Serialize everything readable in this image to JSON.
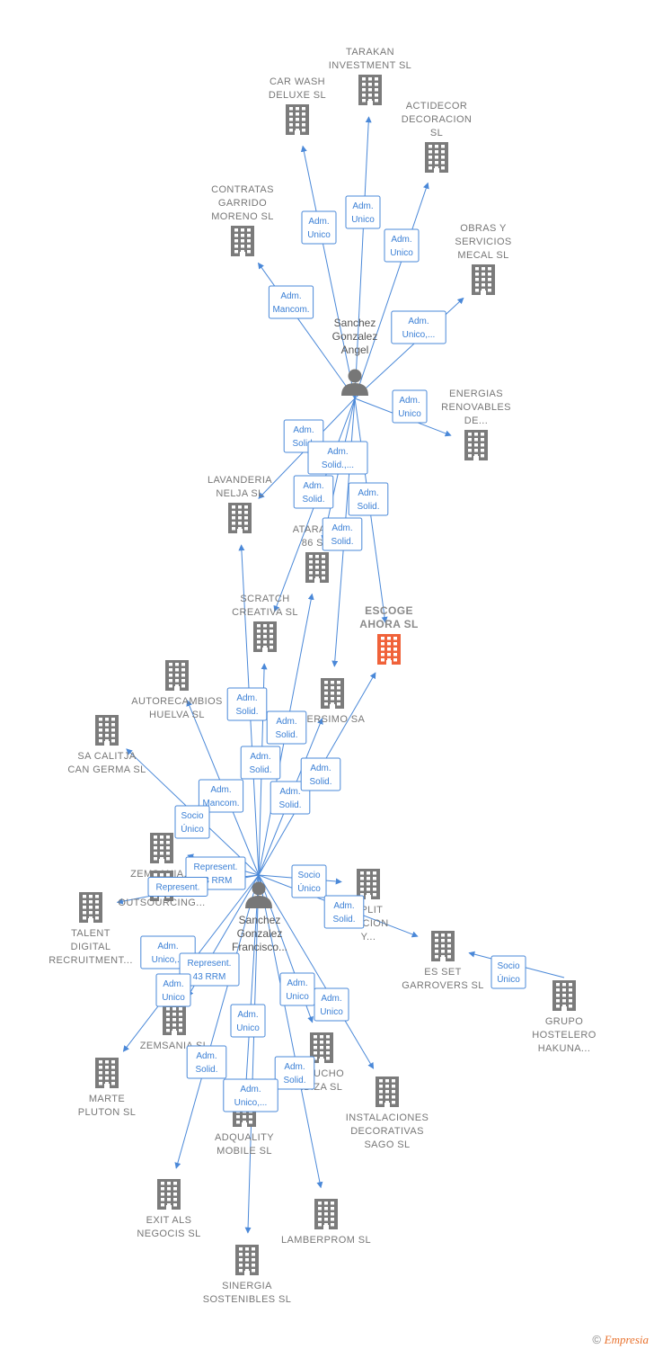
{
  "colors": {
    "edge": "#4a88d8",
    "building": "#7b7b7b",
    "focus": "#f0623a",
    "person": "#777777"
  },
  "persons": [
    {
      "id": "angel",
      "lines": [
        "Sanchez",
        "Gonzalez",
        "Angel"
      ]
    },
    {
      "id": "francisco",
      "lines": [
        "Sanchez",
        "Gonzalez",
        "Francisco..."
      ]
    }
  ],
  "companies": [
    {
      "id": "tarakan",
      "lines": [
        "TARAKAN",
        "INVESTMENT SL"
      ]
    },
    {
      "id": "carwash",
      "lines": [
        "CAR WASH",
        "DELUXE SL"
      ]
    },
    {
      "id": "actidecor",
      "lines": [
        "ACTIDECOR",
        "DECORACION",
        "SL"
      ]
    },
    {
      "id": "contratas",
      "lines": [
        "CONTRATAS",
        "GARRIDO",
        "MORENO SL"
      ]
    },
    {
      "id": "obras",
      "lines": [
        "OBRAS Y",
        "SERVICIOS",
        "MECAL SL"
      ]
    },
    {
      "id": "energias",
      "lines": [
        "ENERGIAS",
        "RENOVABLES",
        "DE..."
      ]
    },
    {
      "id": "lavanderia",
      "lines": [
        "LAVANDERIA",
        "NELJA SL"
      ]
    },
    {
      "id": "atarazana",
      "lines": [
        "ATARAZ...",
        "86 S..."
      ]
    },
    {
      "id": "scratch",
      "lines": [
        "SCRATCH",
        "CREATIVA SL"
      ]
    },
    {
      "id": "escoge",
      "lines": [
        "ESCOGE",
        "AHORA  SL"
      ],
      "focus": true
    },
    {
      "id": "autorecambios",
      "lines": [
        "AUTORECAMBIOS",
        "HUELVA SL"
      ]
    },
    {
      "id": "versimo",
      "lines": [
        "VERSIMO SA"
      ]
    },
    {
      "id": "calitja",
      "lines": [
        "SA CALITJA",
        "CAN GERMA SL"
      ]
    },
    {
      "id": "zemsania1",
      "lines": [
        "ZEMSANIA..."
      ]
    },
    {
      "id": "outsourcing",
      "lines": [
        "OUTSOURCING..."
      ]
    },
    {
      "id": "talent",
      "lines": [
        "TALENT",
        "DIGITAL",
        "RECRUITMENT..."
      ]
    },
    {
      "id": "split",
      "lines": [
        "SPLIT",
        "BUCION",
        "Y..."
      ]
    },
    {
      "id": "esset",
      "lines": [
        "ES SET",
        "GARROVERS SL"
      ]
    },
    {
      "id": "grupo",
      "lines": [
        "GRUPO",
        "HOSTELERO",
        "HAKUNA..."
      ]
    },
    {
      "id": "zemsania2",
      "lines": [
        "ZEMSANIA SL"
      ]
    },
    {
      "id": "marte",
      "lines": [
        "MARTE",
        "PLUTON SL"
      ]
    },
    {
      "id": "caucho",
      "lines": [
        "CAUCHO",
        "IBIZA SL"
      ]
    },
    {
      "id": "instalaciones",
      "lines": [
        "INSTALACIONES",
        "DECORATIVAS",
        "SAGO SL"
      ]
    },
    {
      "id": "adquality",
      "lines": [
        "ADQUALITY",
        "MOBILE  SL"
      ]
    },
    {
      "id": "exit",
      "lines": [
        "EXIT ALS",
        "NEGOCIS SL"
      ]
    },
    {
      "id": "lamberprom",
      "lines": [
        "LAMBERPROM SL"
      ]
    },
    {
      "id": "sinergia",
      "lines": [
        "SINERGIA",
        "SOSTENIBLES SL"
      ]
    }
  ],
  "edges": [
    {
      "from": "angel",
      "to": "carwash",
      "label": [
        "Adm.",
        "Unico"
      ]
    },
    {
      "from": "angel",
      "to": "tarakan",
      "label": [
        "Adm.",
        "Unico"
      ]
    },
    {
      "from": "angel",
      "to": "actidecor",
      "label": [
        "Adm.",
        "Unico"
      ]
    },
    {
      "from": "angel",
      "to": "contratas",
      "label": [
        "Adm.",
        "Mancom."
      ]
    },
    {
      "from": "angel",
      "to": "obras",
      "label": [
        "Adm.",
        "Unico,..."
      ]
    },
    {
      "from": "angel",
      "to": "energias",
      "label": [
        "Adm.",
        "Unico"
      ]
    },
    {
      "from": "angel",
      "to": "lavanderia",
      "label": [
        "Adm.",
        "Solid."
      ]
    },
    {
      "from": "angel",
      "to": "atarazana",
      "label": [
        "Adm.",
        "Solid.,..."
      ]
    },
    {
      "from": "angel",
      "to": "scratch",
      "label": [
        "Adm.",
        "Solid."
      ]
    },
    {
      "from": "angel",
      "to": "escoge",
      "label": [
        "Adm.",
        "Solid."
      ]
    },
    {
      "from": "angel",
      "to": "versimo",
      "label": [
        "Adm.",
        "Solid."
      ]
    },
    {
      "from": "francisco",
      "to": "lavanderia",
      "label": [
        "Adm.",
        "Solid."
      ]
    },
    {
      "from": "francisco",
      "to": "atarazana",
      "label": [
        "Adm.",
        "Solid."
      ]
    },
    {
      "from": "francisco",
      "to": "scratch",
      "label": [
        "Adm.",
        "Solid."
      ]
    },
    {
      "from": "francisco",
      "to": "versimo",
      "label": [
        "Adm.",
        "Solid."
      ]
    },
    {
      "from": "francisco",
      "to": "escoge",
      "label": [
        "Adm.",
        "Solid."
      ]
    },
    {
      "from": "francisco",
      "to": "autorecambios",
      "label": [
        "Adm.",
        "Mancom."
      ]
    },
    {
      "from": "francisco",
      "to": "calitja",
      "label": [
        "Socio",
        "Único"
      ]
    },
    {
      "from": "francisco",
      "to": "zemsania1",
      "label": [
        "Represent.",
        "43 RRM"
      ]
    },
    {
      "from": "francisco",
      "to": "outsourcing",
      "label": [
        "Represent."
      ]
    },
    {
      "from": "francisco",
      "to": "split",
      "label": [
        "Socio",
        "Único"
      ]
    },
    {
      "from": "francisco",
      "to": "esset",
      "label": [
        "Adm.",
        "Solid."
      ]
    },
    {
      "from": "grupo",
      "to": "esset",
      "label": [
        "Socio",
        "Único"
      ]
    },
    {
      "from": "francisco",
      "to": "talent",
      "label": [
        "Adm.",
        "Unico,..."
      ]
    },
    {
      "from": "francisco",
      "to": "zemsania2",
      "label": [
        "Represent.",
        "43 RRM"
      ]
    },
    {
      "from": "francisco",
      "to": "marte",
      "label": [
        "Adm.",
        "Unico"
      ]
    },
    {
      "from": "francisco",
      "to": "caucho",
      "label": [
        "Adm.",
        "Unico"
      ]
    },
    {
      "from": "francisco",
      "to": "instalaciones",
      "label": [
        "Adm.",
        "Unico"
      ]
    },
    {
      "from": "francisco",
      "to": "adquality",
      "label": [
        "Adm.",
        "Unico"
      ]
    },
    {
      "from": "francisco",
      "to": "exit",
      "label": [
        "Adm.",
        "Solid."
      ]
    },
    {
      "from": "francisco",
      "to": "lamberprom",
      "label": [
        "Adm.",
        "Solid."
      ]
    },
    {
      "from": "francisco",
      "to": "sinergia",
      "label": [
        "Adm.",
        "Unico,..."
      ]
    }
  ],
  "footer": {
    "copyright": "©",
    "brand": "Empresia"
  }
}
